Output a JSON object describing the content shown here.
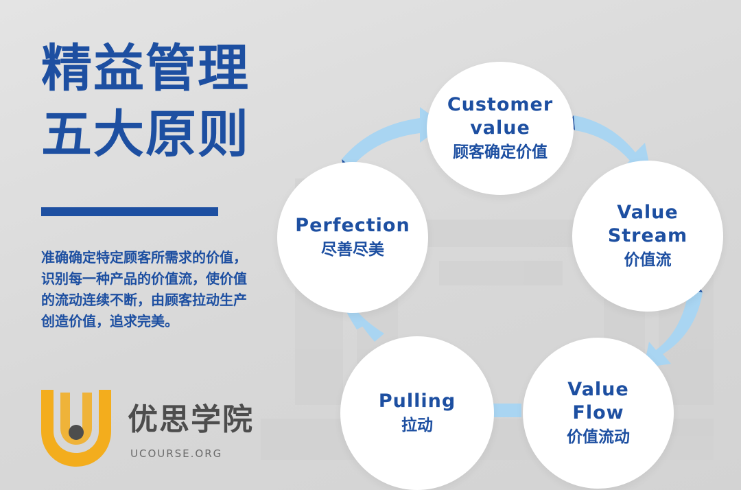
{
  "title": {
    "line1": "精益管理",
    "line2": "五大原则"
  },
  "description": "准确确定特定顾客所需求的价值，识别每一种产品的价值流，使价值的流动连续不断，由顾客拉动生产创造价值，追求完美。",
  "brand": {
    "name": "优思学院",
    "url": "UCOURSE.ORG"
  },
  "principles": [
    {
      "en_line1": "Customer",
      "en_line2": "value",
      "zh": "顾客确定价值"
    },
    {
      "en_line1": "Value",
      "en_line2": "Stream",
      "zh": "价值流"
    },
    {
      "en_line1": "Value",
      "en_line2": "Flow",
      "zh": "价值流动"
    },
    {
      "en_line1": "Pulling",
      "en_line2": "",
      "zh": "拉动"
    },
    {
      "en_line1": "Perfection",
      "en_line2": "",
      "zh": "尽善尽美"
    }
  ],
  "colors": {
    "primary_blue": "#1d4fa1",
    "arrow_light_blue": "#a9d5f2",
    "arrow_dark_blue": "#1d4fa1",
    "circle_fill": "#ffffff",
    "logo_gold": "#f3ad1d",
    "logo_dark": "#4d4d4d",
    "background": "#dcdcdc"
  },
  "icons": [
    "u-logo-icon",
    "cycle-arrow-icon"
  ]
}
